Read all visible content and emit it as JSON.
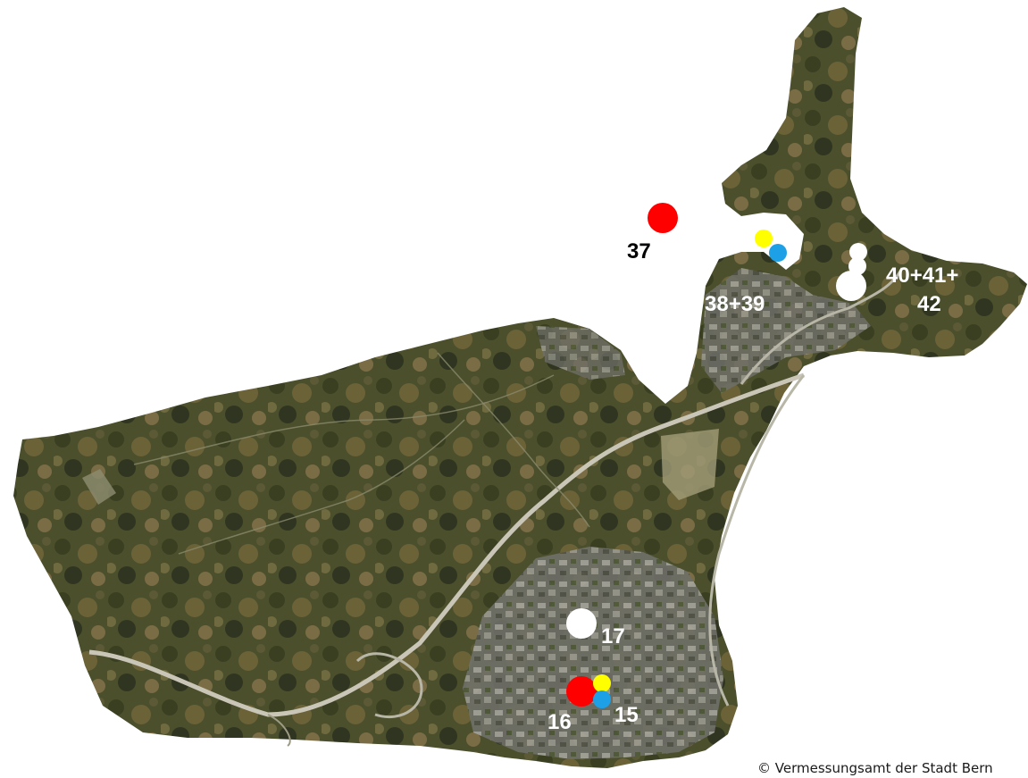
{
  "map": {
    "copyright": "© Vermessungsamt der Stadt Bern",
    "land_color": "#4a4d2e",
    "road_color": "#c9c6b8",
    "background_color": "#ffffff"
  },
  "markers": [
    {
      "id": "red-37",
      "color": "#ff0000"
    },
    {
      "id": "yellow-north",
      "color": "#ffff00"
    },
    {
      "id": "blue-north",
      "color": "#1ea0e6"
    },
    {
      "id": "white-north-1",
      "color": "#ffffff"
    },
    {
      "id": "white-north-2",
      "color": "#ffffff"
    },
    {
      "id": "white-north-3",
      "color": "#ffffff"
    },
    {
      "id": "white-17",
      "color": "#ffffff"
    },
    {
      "id": "red-16",
      "color": "#ff0000"
    },
    {
      "id": "yellow-south",
      "color": "#ffff00"
    },
    {
      "id": "blue-south",
      "color": "#1ea0e6"
    }
  ],
  "labels": {
    "l37": "37",
    "l38_39": "38+39",
    "l40_41": "40+41+",
    "l42": "42",
    "l17": "17",
    "l16": "16",
    "l15": "15"
  }
}
